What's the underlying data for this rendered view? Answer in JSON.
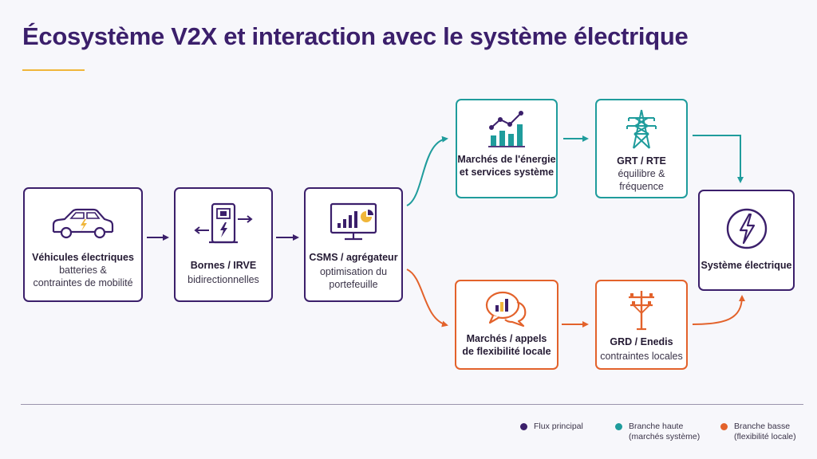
{
  "title": "Écosystème V2X et interaction avec le système électrique",
  "colors": {
    "primary": "#3b1f6b",
    "teal": "#1f9c9c",
    "orange": "#e3622b",
    "accent": "#f0b63a"
  },
  "nodes": {
    "vehicles": {
      "title": "Véhicules électriques",
      "sub1": "batteries &",
      "sub2": "contraintes de mobilité",
      "icon": "electric-car-icon"
    },
    "bornes": {
      "title": "Bornes / IRVE",
      "sub1": "bidirectionnelles",
      "icon": "bidirectional-charger-icon"
    },
    "csms": {
      "title": "CSMS / agrégateur",
      "sub1": "optimisation du",
      "sub2": "portefeuille",
      "icon": "monitor-chart-icon"
    },
    "marches_energie": {
      "title1": "Marchés de l'énergie",
      "title2": "et services système",
      "icon": "growth-chart-icon"
    },
    "grt": {
      "title": "GRT / RTE",
      "sub1": "équilibre &",
      "sub2": "fréquence",
      "icon": "transmission-tower-icon"
    },
    "systeme": {
      "title": "Système électrique",
      "icon": "lightning-circle-icon"
    },
    "marches_flex": {
      "title1": "Marchés / appels",
      "title2": "de flexibilité locale",
      "icon": "chat-chart-icon"
    },
    "grd": {
      "title": "GRD / Enedis",
      "sub1": "contraintes locales",
      "icon": "distribution-pole-icon"
    }
  },
  "legend": [
    {
      "label1": "Flux principal",
      "label2": "",
      "color": "#3b1f6b"
    },
    {
      "label1": "Branche haute",
      "label2": "(marchés système)",
      "color": "#1f9c9c"
    },
    {
      "label1": "Branche basse",
      "label2": "(flexibilité locale)",
      "color": "#e3622b"
    }
  ]
}
